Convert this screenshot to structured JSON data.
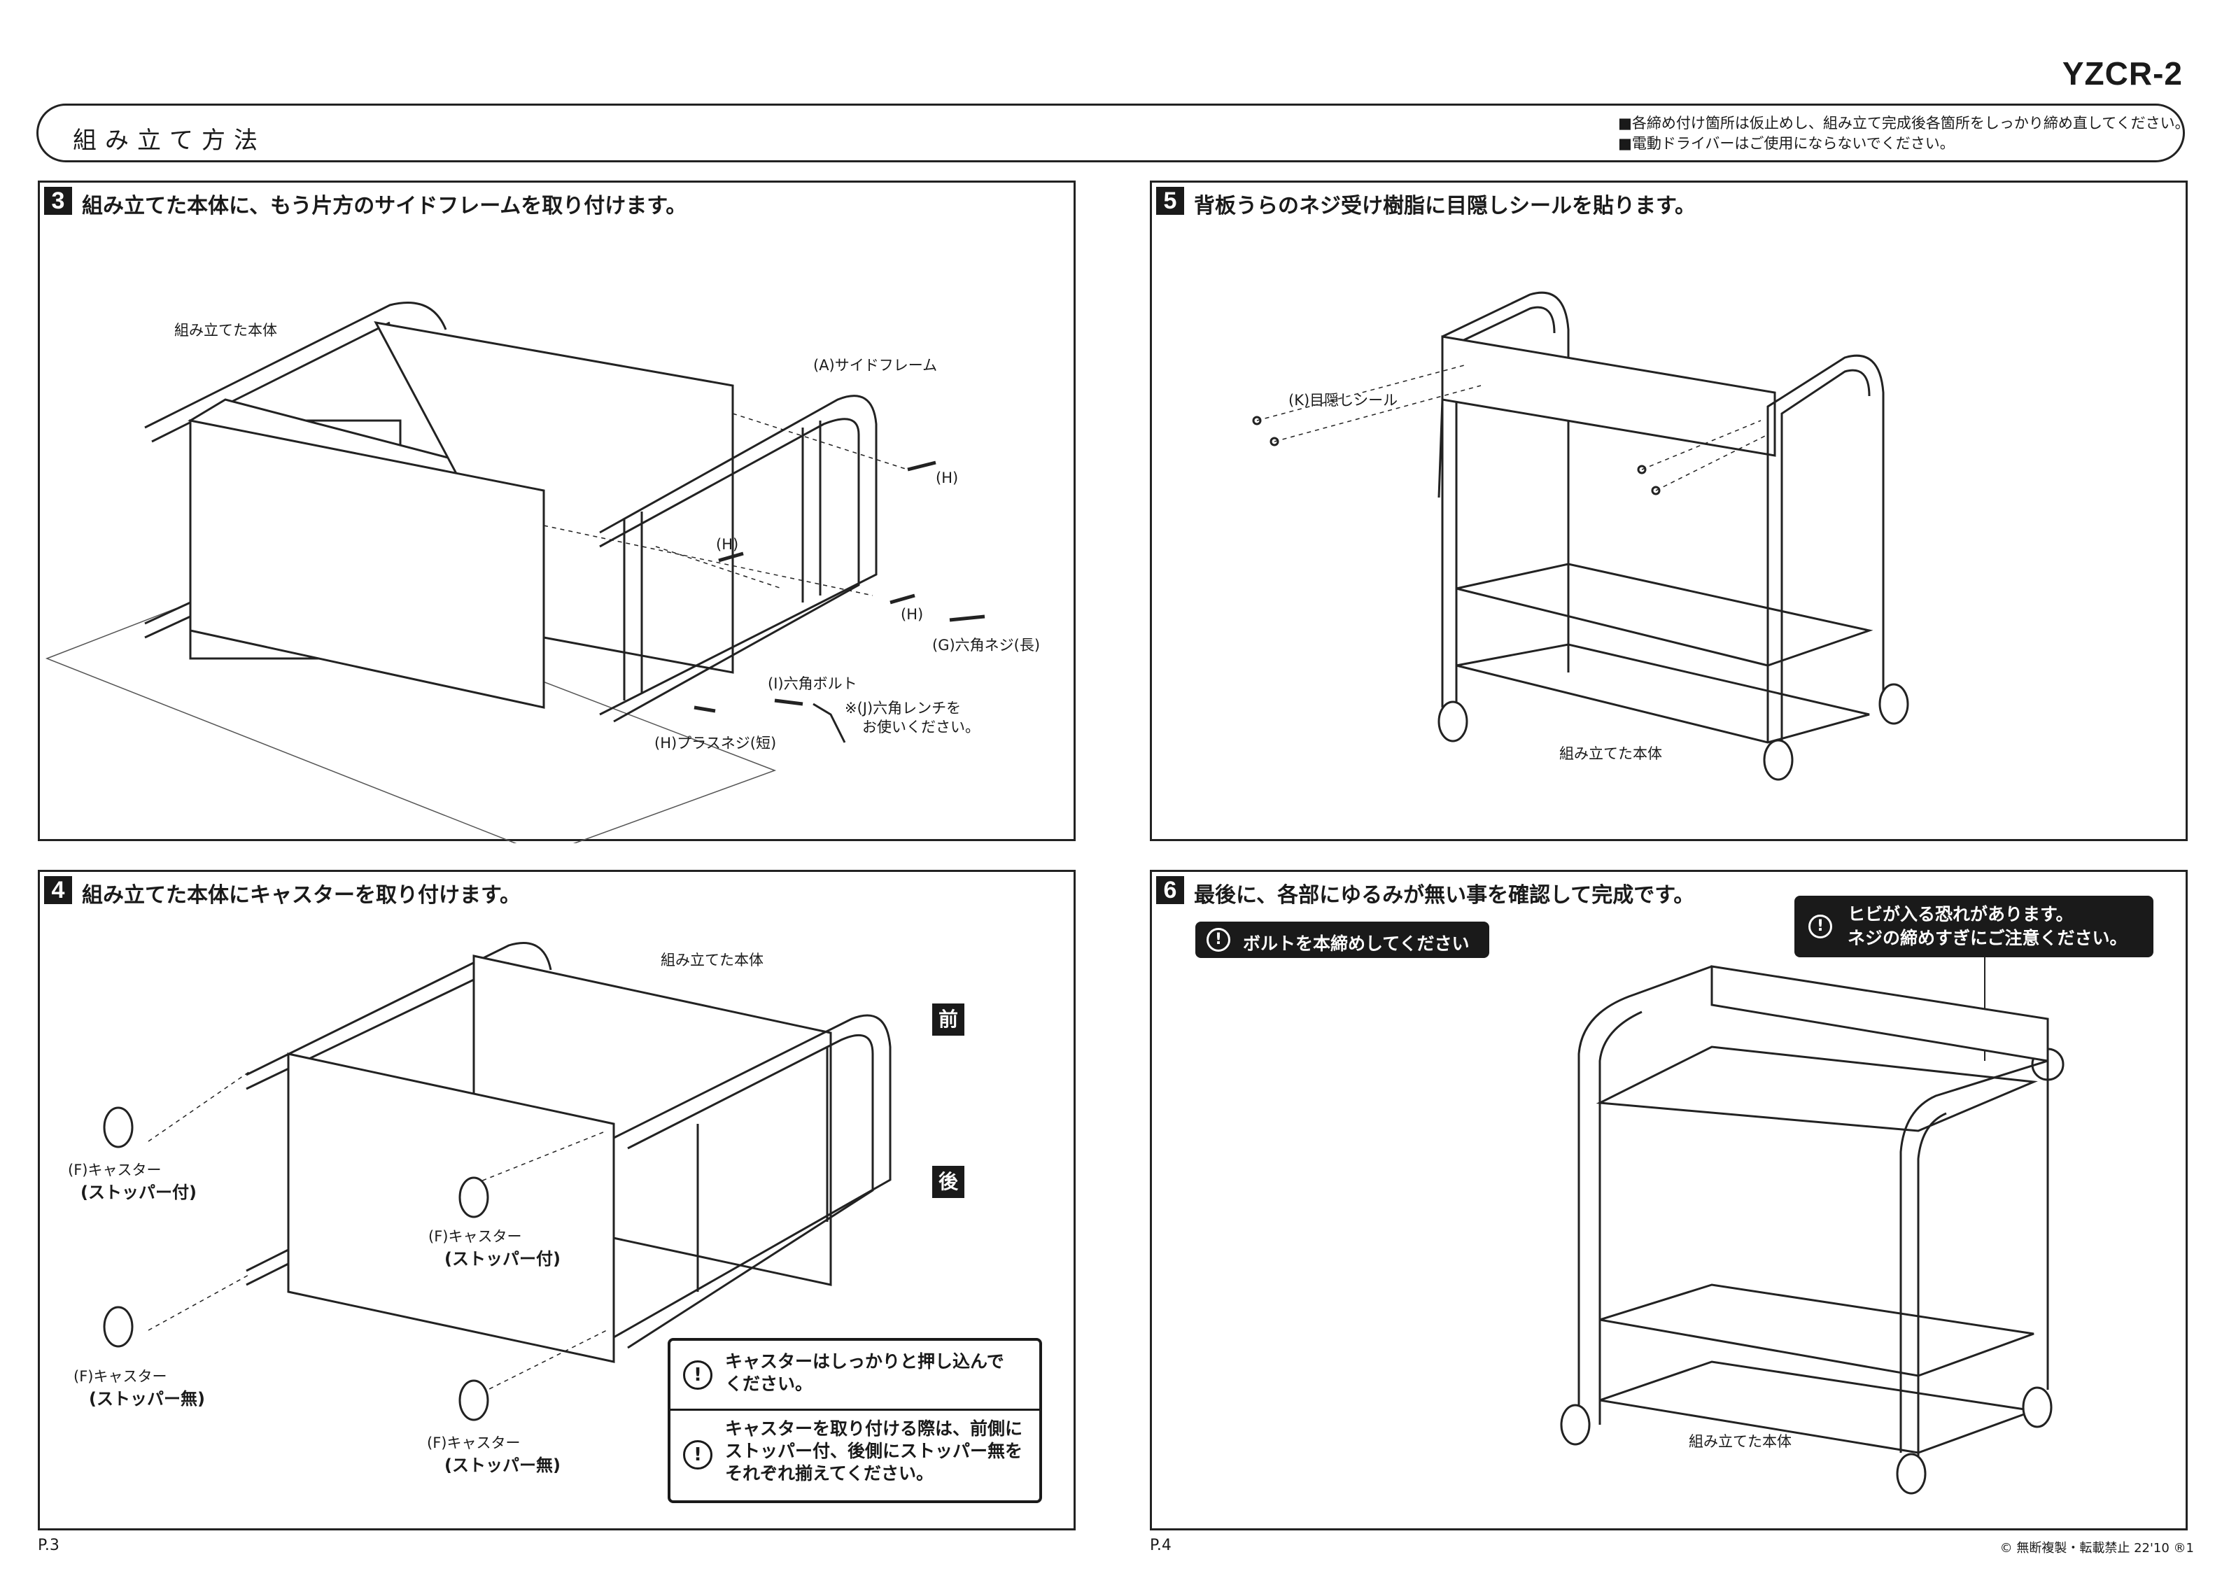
{
  "model": "YZCR-2",
  "header": {
    "title": "組み立て方法",
    "note_1": "■各締め付け箇所は仮止めし、組み立て完成後各箇所をしっかり締め直してください。",
    "note_2": "■電動ドライバーはご使用にならないでください。"
  },
  "steps": [
    {
      "number": "3",
      "title": "組み立てた本体に、もう片方のサイドフレームを取り付けます。",
      "labels": {
        "body": "組み立てた本体",
        "side_frame": "(A)サイドフレーム",
        "h1": "(H)",
        "h2": "(H)",
        "h3": "(H)",
        "g": "(G)六角ネジ(長)",
        "i": "(I)六角ボルト",
        "j_line1": "※(J)六角レンチを",
        "j_line2": "お使いください。",
        "h_short": "(H)プラスネジ(短)"
      }
    },
    {
      "number": "4",
      "title": "組み立てた本体にキャスターを取り付けます。",
      "labels": {
        "body": "組み立てた本体",
        "front": "前",
        "back": "後",
        "caster_a": "(F)キャスター",
        "caster_a_type": "(ストッパー付)",
        "caster_b": "(F)キャスター",
        "caster_b_type": "(ストッパー付)",
        "caster_c": "(F)キャスター",
        "caster_c_type": "(ストッパー無)",
        "caster_d": "(F)キャスター",
        "caster_d_type": "(ストッパー無)"
      },
      "notice_1_line1": "キャスターはしっかりと押し込んで",
      "notice_1_line2": "ください。",
      "notice_2_line1": "キャスターを取り付ける際は、前側に",
      "notice_2_line2": "ストッパー付、後側にストッパー無を",
      "notice_2_line3": "それぞれ揃えてください。"
    },
    {
      "number": "5",
      "title": "背板うらのネジ受け樹脂に目隠しシールを貼ります。",
      "labels": {
        "seal": "(K)目隠しシール",
        "body": "組み立てた本体"
      }
    },
    {
      "number": "6",
      "title": "最後に、各部にゆるみが無い事を確認して完成です。",
      "warning_bolt": "ボルトを本締めしてください",
      "warning_crack_line1": "ヒビが入る恐れがあります。",
      "warning_crack_line2": "ネジの締めすぎにご注意ください。",
      "labels": {
        "body": "組み立てた本体"
      }
    }
  ],
  "icons": {
    "warning": "!"
  },
  "footer": {
    "page_left": "P.3",
    "page_right": "P.4",
    "copyright": "© 無断複製・転載禁止 22'10 ®1"
  }
}
